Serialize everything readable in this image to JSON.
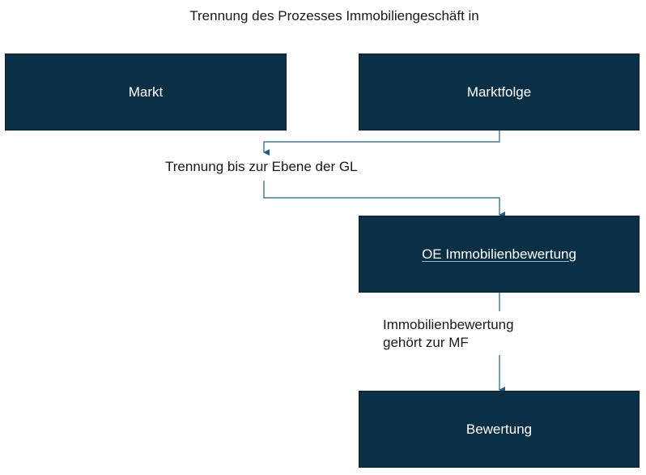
{
  "diagram": {
    "title": "Trennung des Prozesses Immobiliengeschäft in",
    "boxes": {
      "markt": "Markt",
      "marktfolge": "Marktfolge",
      "oe_immobilienbewertung": "OE Immobilienbewertung",
      "bewertung": "Bewertung"
    },
    "labels": {
      "trennung_gl": "Trennung bis zur Ebene der GL",
      "immobilienbewertung_line1": "Immobilienbewertung",
      "immobilienbewertung_line2": "gehört zur MF"
    },
    "colors": {
      "box_fill": "#0b3045",
      "connector": "#1f5f86",
      "text_on_box": "#ffffff"
    }
  }
}
